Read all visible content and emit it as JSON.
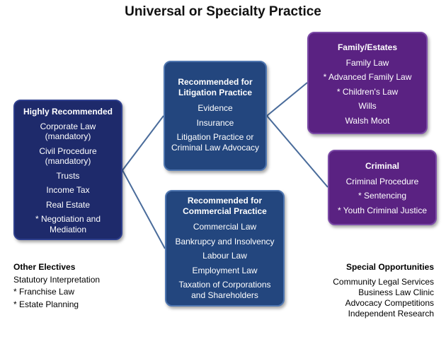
{
  "title": "Universal or Specialty Practice",
  "colors": {
    "navy": "#1e2a6b",
    "blue": "#23467e",
    "purple": "#5a2282",
    "connector": "#4a6c9b"
  },
  "highly_recommended": {
    "heading": "Highly Recommended",
    "items": [
      "Corporate Law (mandatory)",
      "Civil Procedure (mandatory)",
      "Trusts",
      "Income Tax",
      "Real Estate",
      "* Negotiation and Mediation"
    ]
  },
  "litigation": {
    "heading": "Recommended for Litigation Practice",
    "items": [
      "Evidence",
      "Insurance",
      "Litigation Practice or Criminal Law Advocacy"
    ]
  },
  "commercial": {
    "heading": "Recommended for Commercial Practice",
    "items": [
      "Commercial Law",
      "Bankrupcy and Insolvency",
      "Labour Law",
      "Employment Law",
      "Taxation of Corporations and Shareholders"
    ]
  },
  "family": {
    "heading": "Family/Estates",
    "items": [
      "Family Law",
      "* Advanced Family Law",
      "* Children's Law",
      "Wills",
      "Walsh Moot"
    ]
  },
  "criminal": {
    "heading": "Criminal",
    "items": [
      "Criminal Procedure",
      "* Sentencing",
      "* Youth Criminal Justice"
    ]
  },
  "other_electives": {
    "heading": "Other Electives",
    "items": [
      "Statutory Interpretation",
      "* Franchise Law",
      "* Estate Planning"
    ]
  },
  "special_opportunities": {
    "heading": "Special Opportunities",
    "items": [
      "Community Legal Services",
      "Business Law Clinic",
      "Advocacy Competitions",
      "Independent Research"
    ]
  }
}
